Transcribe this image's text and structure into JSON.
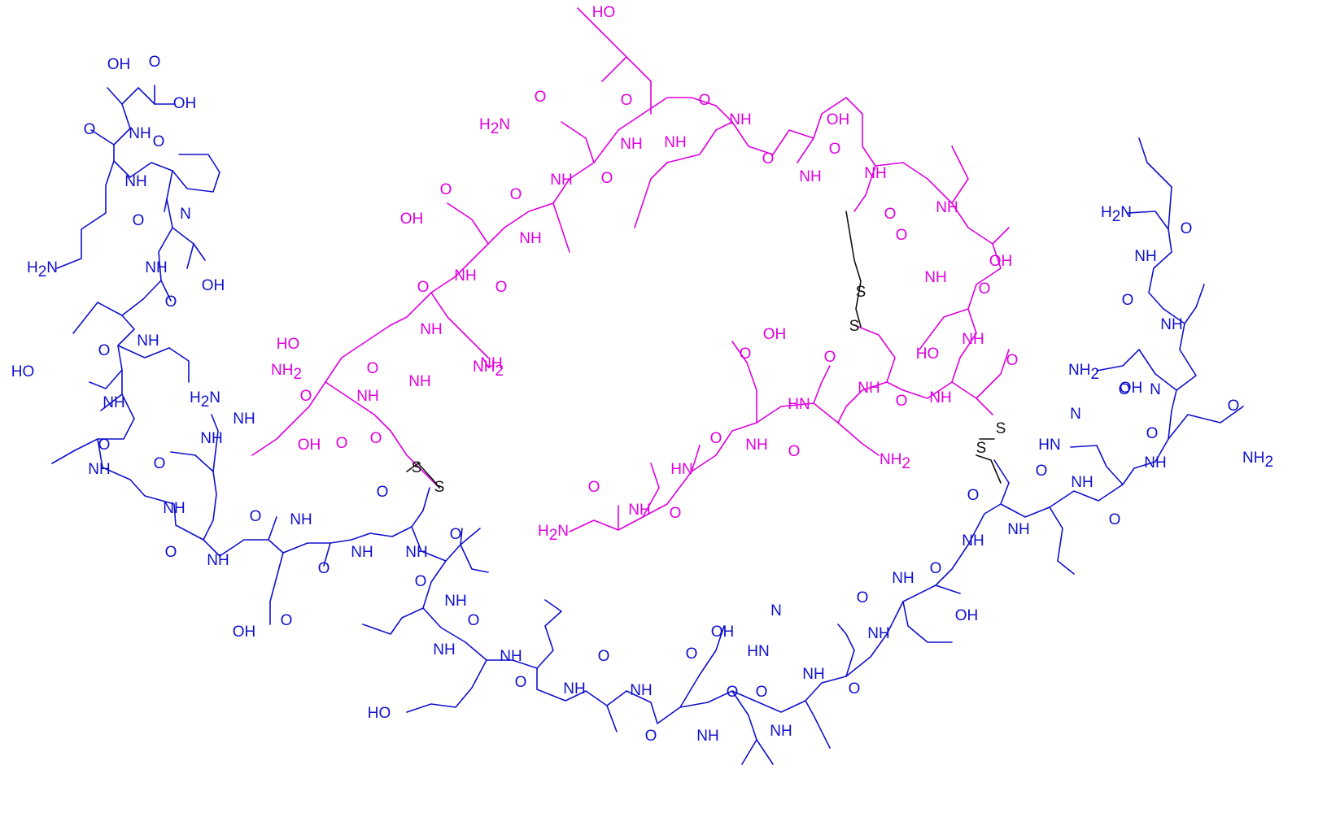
{
  "colors": {
    "chain_b": "#1010cc",
    "chain_a": "#e000e0",
    "disulfide": "#111111",
    "background": "#ffffff"
  },
  "labels": {
    "oh": "OH",
    "ho": "HO",
    "o": "O",
    "nh": "NH",
    "hn": "HN",
    "n": "N",
    "h": "H",
    "nh2": "NH",
    "h2n": "H",
    "h2n_n": "N",
    "two": "2",
    "s": "S"
  }
}
